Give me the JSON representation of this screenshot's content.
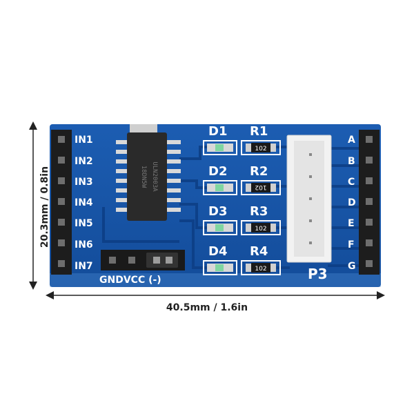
{
  "dimensions": {
    "width_label": "40.5mm / 1.6in",
    "height_label": "20.3mm / 0.8in"
  },
  "board": {
    "left_pins": [
      "IN1",
      "IN2",
      "IN3",
      "IN4",
      "IN5",
      "IN6",
      "IN7"
    ],
    "right_pins": [
      "A",
      "B",
      "C",
      "D",
      "E",
      "F",
      "G"
    ],
    "leds": [
      "D1",
      "D2",
      "D3",
      "D4"
    ],
    "resistors": [
      "R1",
      "R2",
      "R3",
      "R4"
    ],
    "resistor_code": "102",
    "connector_label": "P3",
    "power_label": "GNDVCC (-)",
    "chip_text_1": "18DN5W",
    "chip_text_2": "ULN2003A"
  },
  "colors": {
    "pcb": "#1a55a8",
    "pcb_dark": "#0d3f86",
    "silk": "#ffffff",
    "header": "#1d1d1d",
    "connector": "#f2f2f2"
  }
}
